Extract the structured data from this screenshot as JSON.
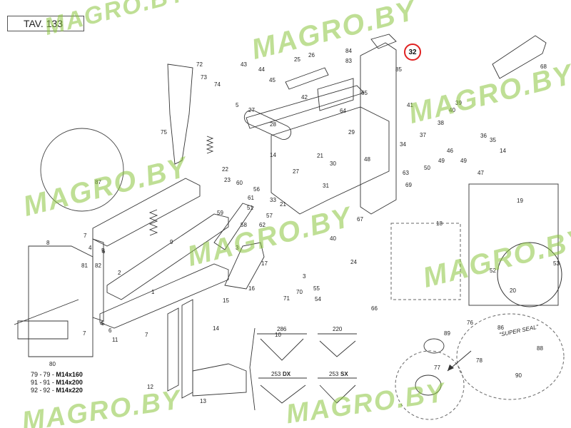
{
  "sheet": {
    "code": "TAV. 133"
  },
  "highlight": {
    "part": "32",
    "color": "#e02020"
  },
  "watermark": {
    "text": "MAGRO.BY",
    "color": "#8cc63f"
  },
  "bolt_notes": [
    {
      "refs": "79 -",
      "size": "M14x160"
    },
    {
      "refs": "91 -",
      "size": "M14x200"
    },
    {
      "refs": "92 -",
      "size": "M14x220"
    }
  ],
  "dimensions": {
    "a": "286",
    "b": "220",
    "c": "253",
    "c_side": "DX",
    "d": "253",
    "d_side": "SX"
  },
  "disc_text": "\"SUPER SEAL\"",
  "part_labels": {
    "p1": "1",
    "p2": "2",
    "p3": "3",
    "p4": "4",
    "p5": "5",
    "p6": "6",
    "p7": "7",
    "p8": "8",
    "p9": "9",
    "p10": "10",
    "p11": "11",
    "p12": "12",
    "p13": "13",
    "p14": "14",
    "p15": "15",
    "p16": "16",
    "p17": "17",
    "p18": "18",
    "p19": "19",
    "p20": "20",
    "p21": "21",
    "p22": "22",
    "p23": "23",
    "p24": "24",
    "p25": "25",
    "p26": "26",
    "p27": "27",
    "p28": "28",
    "p29": "29",
    "p30": "30",
    "p31": "31",
    "p33": "33",
    "p34": "34",
    "p35": "35",
    "p36": "36",
    "p37": "37",
    "p38": "38",
    "p39": "39",
    "p40": "40",
    "p41": "41",
    "p42": "42",
    "p43": "43",
    "p44": "44",
    "p45": "45",
    "p46": "46",
    "p47": "47",
    "p48": "48",
    "p49": "49",
    "p50": "50",
    "p51": "51",
    "p52": "52",
    "p53": "53",
    "p54": "54",
    "p55": "55",
    "p56": "56",
    "p57": "57",
    "p58": "58",
    "p59": "59",
    "p60": "60",
    "p61": "61",
    "p62": "62",
    "p63": "63",
    "p64": "64",
    "p65": "65",
    "p66": "66",
    "p67": "67",
    "p68": "68",
    "p69": "69",
    "p70": "70",
    "p71": "71",
    "p72": "72",
    "p73": "73",
    "p74": "74",
    "p75": "75",
    "p76": "76",
    "p77": "77",
    "p78": "78",
    "p80": "80",
    "p81": "81",
    "p82": "82",
    "p83": "83",
    "p84": "84",
    "p85": "85",
    "p86": "86",
    "p87": "87",
    "p88": "88",
    "p89": "89",
    "p90": "90"
  }
}
